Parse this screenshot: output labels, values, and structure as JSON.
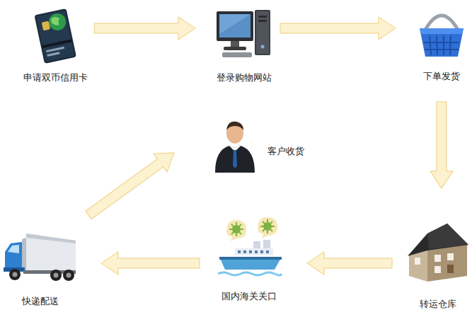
{
  "diagram": {
    "nodes": [
      {
        "text": [
          "申请双币信用卡"
        ]
      },
      {
        "text": [
          "登录购物网站"
        ]
      },
      {
        "text": [
          "下单发货"
        ]
      },
      {
        "text": [
          "转运仓库"
        ]
      },
      {
        "text": [
          "国内海关关口"
        ]
      },
      {
        "text": [
          "快递配送"
        ]
      },
      {
        "text": [
          "客户收货"
        ]
      }
    ],
    "edges": [
      {
        "from": 0,
        "to": 1,
        "arrow": "to"
      },
      {
        "from": 1,
        "to": 2,
        "arrow": "to"
      },
      {
        "from": 2,
        "to": 3,
        "arrow": "to"
      },
      {
        "from": 3,
        "to": 4,
        "arrow": "to"
      },
      {
        "from": 4,
        "to": 5,
        "arrow": "to"
      },
      {
        "from": 5,
        "to": 6,
        "arrow": "to"
      }
    ]
  }
}
